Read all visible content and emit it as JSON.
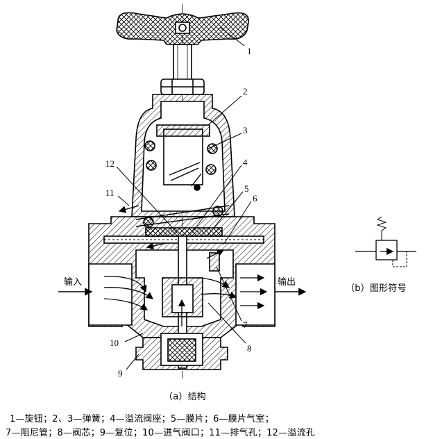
{
  "diagram": {
    "callouts": {
      "c1": "1",
      "c2": "2",
      "c3": "3",
      "c4": "4",
      "c5": "5",
      "c6": "6",
      "c7": "7",
      "c8": "8",
      "c9": "9",
      "c10": "10",
      "c11": "11",
      "c12": "12"
    },
    "input_label": "输入",
    "output_label": "输出",
    "structure_caption": "（a）结构",
    "symbol_caption": "（b）图形符号"
  },
  "legend": {
    "line1": "1—旋钮；2、3—弹簧；4—溢流阀座；5—膜片；6—膜片气室；",
    "line2": "7—阻尼管；8—阀芯；9—复位；10—进气阀口；11—排气孔；12—溢流孔"
  },
  "colors": {
    "ink": "#000000",
    "paper": "#ffffff"
  }
}
